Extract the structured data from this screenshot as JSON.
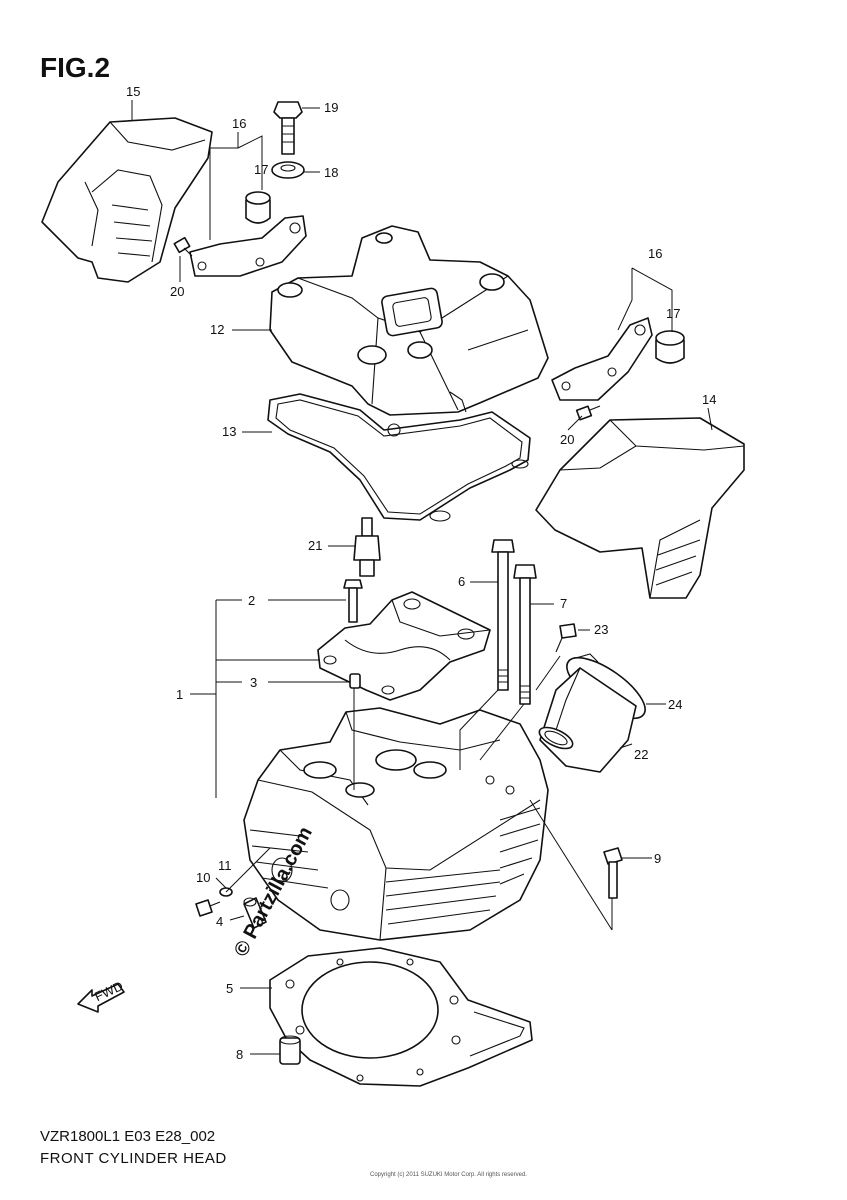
{
  "figure": {
    "title": "FIG.2",
    "code": "VZR1800L1 E03 E28_002",
    "name": "FRONT CYLINDER HEAD",
    "copyright": "Copyright (c) 2011 SUZUKI Motor Corp. All rights reserved.",
    "watermark": "© Partzilla.com"
  },
  "callouts": {
    "c1": "1",
    "c2": "2",
    "c3": "3",
    "c4": "4",
    "c5": "5",
    "c6": "6",
    "c7": "7",
    "c8": "8",
    "c9": "9",
    "c10": "10",
    "c11": "11",
    "c12": "12",
    "c13": "13",
    "c14": "14",
    "c15": "15",
    "c16a": "16",
    "c16b": "16",
    "c17a": "17",
    "c17b": "17",
    "c18": "18",
    "c19": "19",
    "c20a": "20",
    "c20b": "20",
    "c21": "21",
    "c22": "22",
    "c23": "23",
    "c24": "24"
  },
  "fwd_label": "FWD"
}
